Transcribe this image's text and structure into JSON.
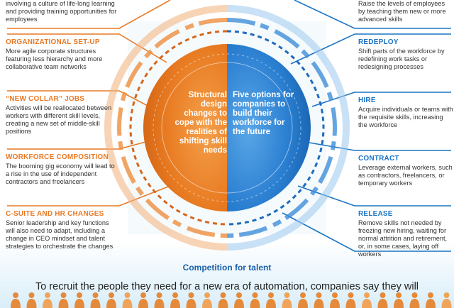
{
  "left": [
    {
      "title": "",
      "desc": "involving a culture of life-long learning and providing training opportunities for employees"
    },
    {
      "title": "ORGANIZATIONAL SET-UP",
      "desc": "More agile corporate structures featuring less hierarchy and more collaborative team networks"
    },
    {
      "title": "“NEW COLLAR” JOBS",
      "desc": "Activities will be reallocated between workers with different skill levels, creating a new set of middle-skill positions"
    },
    {
      "title": "WORKFORCE COMPOSITION",
      "desc": "The booming gig economy will lead to a rise in the use of independent contractors and freelancers"
    },
    {
      "title": "C-SUITE AND HR CHANGES",
      "desc": "Senior leadership and key functions will also need to adapt, including a change in CEO mindset and talent strategies to orchestrate the changes"
    }
  ],
  "right": [
    {
      "title": "",
      "desc": "Raise the levels of employees by teaching them new or more advanced skills"
    },
    {
      "title": "REDEPLOY",
      "desc": "Shift parts of the workforce by redefining work tasks or redesigning processes"
    },
    {
      "title": "HIRE",
      "desc": "Acquire individuals or teams with the requisite skills, increasing the workforce"
    },
    {
      "title": "CONTRACT",
      "desc": "Leverage external workers, such as contractors, freelancers, or temporary workers"
    },
    {
      "title": "RELEASE",
      "desc": "Remove skills not needed by freezing new hiring, waiting for normal attrition and retirement, or, in some cases, laying off workers"
    }
  ],
  "center": {
    "left_text": "Structural design changes to cope with the realities of shifting skill needs",
    "right_text": "Five options for companies to build their workforce for the future"
  },
  "footer": {
    "competition": "Competition for talent",
    "recruit": "To recruit the people they need for a new era of automation, companies say they will"
  },
  "colors": {
    "orange": "#e97a26",
    "blue": "#1a73c4",
    "light_blue": "#4fb3e8"
  }
}
